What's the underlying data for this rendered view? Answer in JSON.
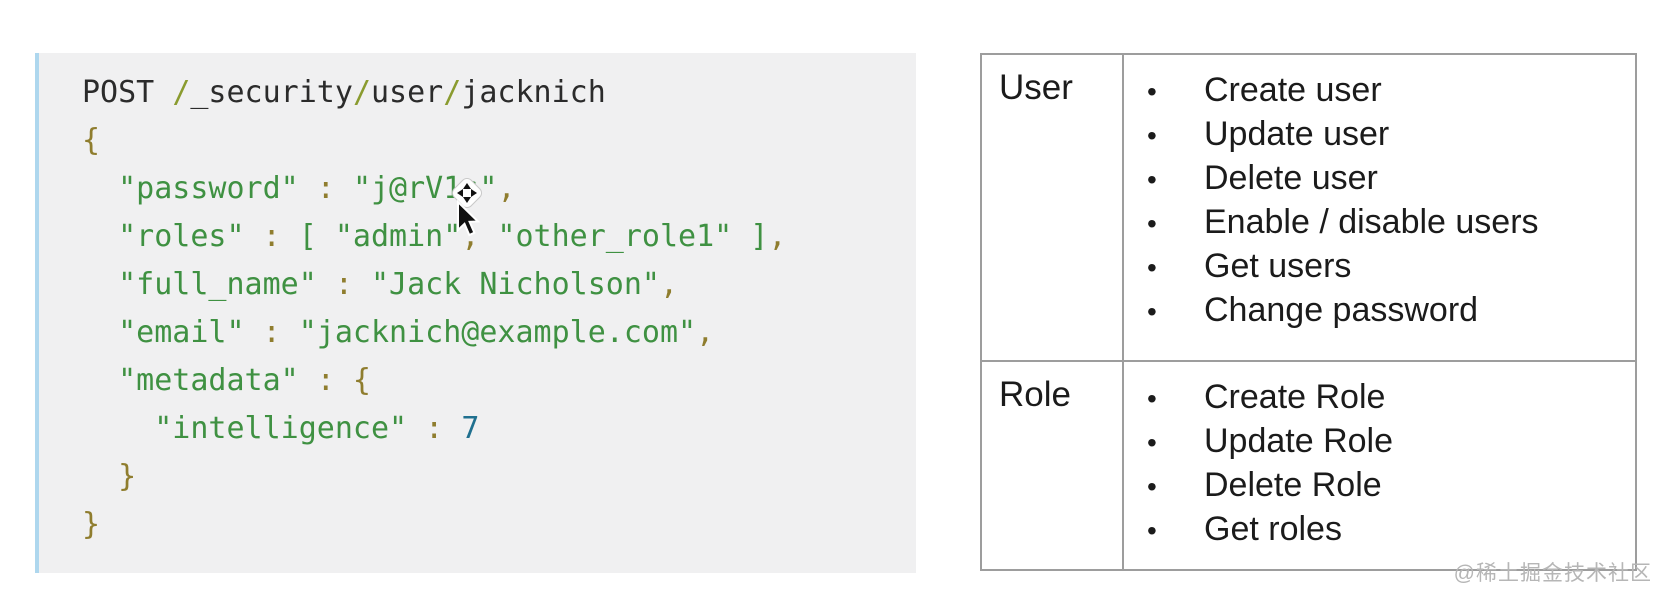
{
  "code_block": {
    "background": "#f0f0f1",
    "accent_border": "#aed7ee",
    "token_colors": {
      "plain": "#2b2b2b",
      "slash": "#8a9b2f",
      "punct": "#8f7d2e",
      "string": "#3f9142",
      "number": "#20708f"
    },
    "lines": [
      [
        [
          "plain",
          "POST "
        ],
        [
          "slash",
          "/"
        ],
        [
          "plain",
          "_security"
        ],
        [
          "slash",
          "/"
        ],
        [
          "plain",
          "user"
        ],
        [
          "slash",
          "/"
        ],
        [
          "plain",
          "jacknich"
        ]
      ],
      [
        [
          "punct",
          "{"
        ]
      ],
      [
        [
          "plain",
          "  "
        ],
        [
          "string",
          "\"password\""
        ],
        [
          "punct",
          " : "
        ],
        [
          "string",
          "\"j@rV1s\""
        ],
        [
          "punct",
          ","
        ]
      ],
      [
        [
          "plain",
          "  "
        ],
        [
          "string",
          "\"roles\""
        ],
        [
          "punct",
          " : "
        ],
        [
          "string",
          "[ \"admin\""
        ],
        [
          "punct",
          ","
        ],
        [
          "string",
          " \"other_role1\" ]"
        ],
        [
          "punct",
          ","
        ]
      ],
      [
        [
          "plain",
          "  "
        ],
        [
          "string",
          "\"full_name\""
        ],
        [
          "punct",
          " : "
        ],
        [
          "string",
          "\"Jack Nicholson\""
        ],
        [
          "punct",
          ","
        ]
      ],
      [
        [
          "plain",
          "  "
        ],
        [
          "string",
          "\"email\""
        ],
        [
          "punct",
          " : "
        ],
        [
          "string",
          "\"jacknich@example.com\""
        ],
        [
          "punct",
          ","
        ]
      ],
      [
        [
          "plain",
          "  "
        ],
        [
          "string",
          "\"metadata\""
        ],
        [
          "punct",
          " : {"
        ]
      ],
      [
        [
          "plain",
          "    "
        ],
        [
          "string",
          "\"intelligence\""
        ],
        [
          "punct",
          " : "
        ],
        [
          "number",
          "7"
        ]
      ],
      [
        [
          "punct",
          "  }"
        ]
      ],
      [
        [
          "punct",
          "}"
        ]
      ]
    ]
  },
  "table": {
    "border_color": "#9d9d9d",
    "text_color": "#1b1b1b",
    "bullet": "•",
    "rows": [
      {
        "label": "User",
        "items": [
          "Create user",
          "Update user",
          "Delete user",
          "Enable / disable users",
          "Get users",
          "Change password"
        ]
      },
      {
        "label": "Role",
        "items": [
          "Create Role",
          "Update Role",
          "Delete Role",
          "Get roles"
        ]
      }
    ]
  },
  "cursor": {
    "icon": "move-pointer-cursor"
  },
  "watermark": {
    "text": "@稀土掘金技术社区",
    "color": "#b6b6b6"
  }
}
